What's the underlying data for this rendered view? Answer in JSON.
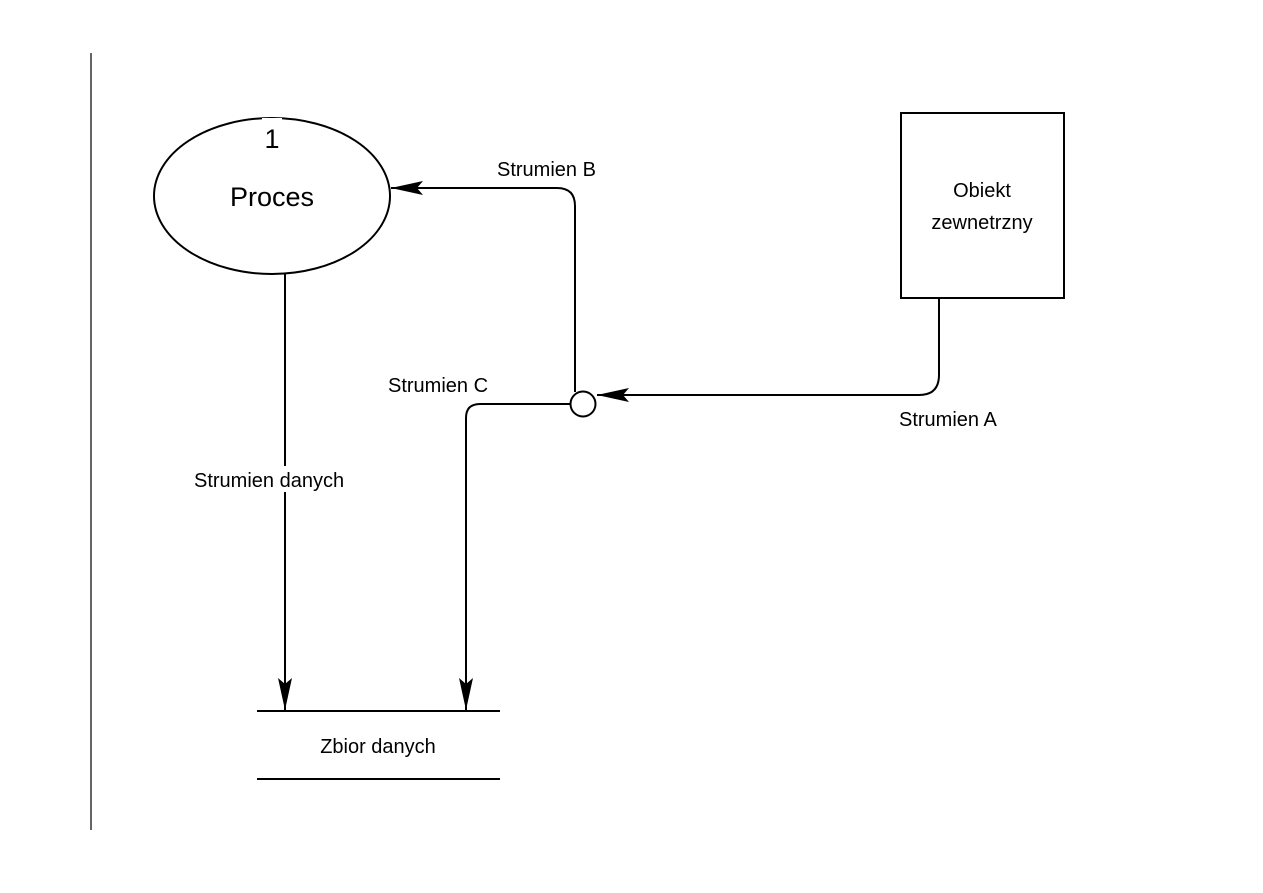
{
  "diagram": {
    "type": "data-flow-diagram",
    "process": {
      "number": "1",
      "label": "Proces"
    },
    "external_entity": {
      "line1": "Obiekt",
      "line2": "zewnetrzny"
    },
    "data_store": {
      "label": "Zbior danych"
    },
    "flows": [
      {
        "id": "flow-a",
        "label": "Strumien A",
        "from": "external_entity",
        "to": "junction"
      },
      {
        "id": "flow-b",
        "label": "Strumien B",
        "from": "junction",
        "to": "process"
      },
      {
        "id": "flow-c",
        "label": "Strumien C",
        "from": "junction",
        "to": "data_store"
      },
      {
        "id": "flow-data",
        "label": "Strumien danych",
        "from": "process",
        "to": "data_store"
      }
    ],
    "colors": {
      "line": "#000000",
      "margin_rule": "#666666",
      "background": "#ffffff"
    }
  }
}
